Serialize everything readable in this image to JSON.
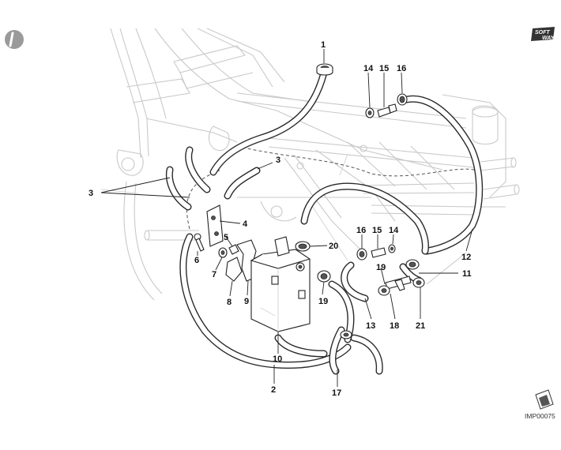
{
  "labels": {
    "l1": "1",
    "l2": "2",
    "l3a": "3",
    "l3b": "3",
    "l4": "4",
    "l5": "5",
    "l6": "6",
    "l7": "7",
    "l8": "8",
    "l9": "9",
    "l10": "10",
    "l11": "11",
    "l12": "12",
    "l13": "13",
    "l14a": "14",
    "l14b": "14",
    "l15a": "15",
    "l15b": "15",
    "l16a": "16",
    "l16b": "16",
    "l17": "17",
    "l18": "18",
    "l19a": "19",
    "l19b": "19",
    "l20": "20",
    "l21": "21"
  },
  "logo": {
    "line1": "SOFT",
    "line2": "WAY"
  },
  "image_code": "IMP00075",
  "colors": {
    "line": "#222222",
    "frame": "#c9c9c9",
    "logo_bg": "#333333"
  },
  "icons": {
    "corner_mark": "grey-disc-icon",
    "brand": "softway-logo-icon",
    "page_corner": "folded-page-icon"
  }
}
